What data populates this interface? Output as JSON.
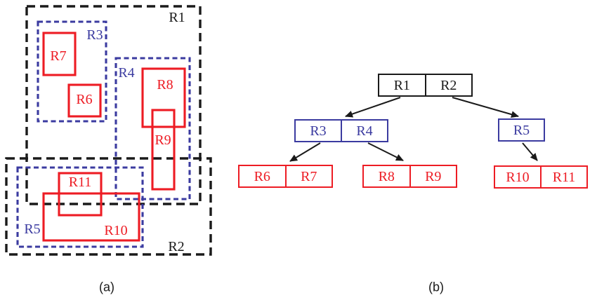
{
  "colors": {
    "black": "#1A1A1A",
    "blue": "#3B3BA0",
    "red": "#ED1C24"
  },
  "panel_a": {
    "caption": "(a)",
    "rects": [
      {
        "id": "R1",
        "label": "R1",
        "style": "black-dashed"
      },
      {
        "id": "R2",
        "label": "R2",
        "style": "black-dashed"
      },
      {
        "id": "R3",
        "label": "R3",
        "style": "blue-dashed"
      },
      {
        "id": "R4",
        "label": "R4",
        "style": "blue-dashed"
      },
      {
        "id": "R5",
        "label": "R5",
        "style": "blue-dashed"
      },
      {
        "id": "R6",
        "label": "R6",
        "style": "red-solid"
      },
      {
        "id": "R7",
        "label": "R7",
        "style": "red-solid"
      },
      {
        "id": "R8",
        "label": "R8",
        "style": "red-solid"
      },
      {
        "id": "R9",
        "label": "R9",
        "style": "red-solid"
      },
      {
        "id": "R10",
        "label": "R10",
        "style": "red-solid"
      },
      {
        "id": "R11",
        "label": "R11",
        "style": "red-solid"
      }
    ]
  },
  "panel_b": {
    "caption": "(b)",
    "nodes": [
      {
        "id": "root",
        "level": 0,
        "color": "black",
        "entries": [
          "R1",
          "R2"
        ]
      },
      {
        "id": "node-r3-r4",
        "level": 1,
        "color": "blue",
        "entries": [
          "R3",
          "R4"
        ]
      },
      {
        "id": "node-r5",
        "level": 1,
        "color": "blue",
        "entries": [
          "R5"
        ]
      },
      {
        "id": "leaf-r6-r7",
        "level": 2,
        "color": "red",
        "entries": [
          "R6",
          "R7"
        ]
      },
      {
        "id": "leaf-r8-r9",
        "level": 2,
        "color": "red",
        "entries": [
          "R8",
          "R9"
        ]
      },
      {
        "id": "leaf-r10-r11",
        "level": 2,
        "color": "red",
        "entries": [
          "R10",
          "R11"
        ]
      }
    ],
    "edges": [
      {
        "from": "R1",
        "to": "node-r3-r4"
      },
      {
        "from": "R2",
        "to": "node-r5"
      },
      {
        "from": "R3",
        "to": "leaf-r6-r7"
      },
      {
        "from": "R4",
        "to": "leaf-r8-r9"
      },
      {
        "from": "R5",
        "to": "leaf-r10-r11"
      }
    ]
  }
}
